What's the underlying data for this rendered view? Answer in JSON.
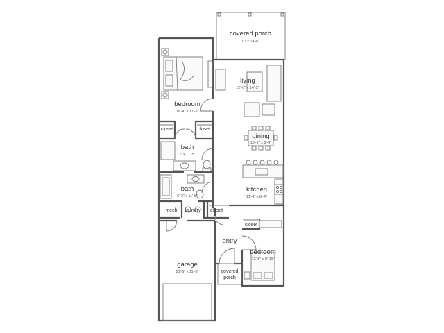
{
  "rooms": {
    "covered_porch_rear": {
      "name": "covered porch",
      "dims": "10' x 14'-6\""
    },
    "living": {
      "name": "living",
      "dims": "12'-0\" x 14'-2\""
    },
    "bedroom_main": {
      "name": "bedroom",
      "dims": "16'-4\" x 11'-5\""
    },
    "closet_left": {
      "name": "closet"
    },
    "closet_right": {
      "name": "closet"
    },
    "dining": {
      "name": "dining",
      "dims": "10'-2\" x 8'-4\""
    },
    "bath_main": {
      "name": "bath",
      "dims": "7' x 11'-5\""
    },
    "bath_second": {
      "name": "bath",
      "dims": "6'-2\" x 11'-5\""
    },
    "kitchen": {
      "name": "kitchen",
      "dims": "11'-4\" x 8'-4\""
    },
    "mech": {
      "name": "mech"
    },
    "laundry": {
      "name": "laundry"
    },
    "closet_hall": {
      "name": "closet"
    },
    "closet_bed2": {
      "name": "closet"
    },
    "entry": {
      "name": "entry"
    },
    "bedroom_second": {
      "name": "bedroom",
      "dims": "13'-8\" x 8'-11\""
    },
    "garage": {
      "name": "garage",
      "dims": "21'-6\" x 11'-8\""
    },
    "covered_porch_front": {
      "line1": "covered",
      "line2": "porch"
    }
  }
}
